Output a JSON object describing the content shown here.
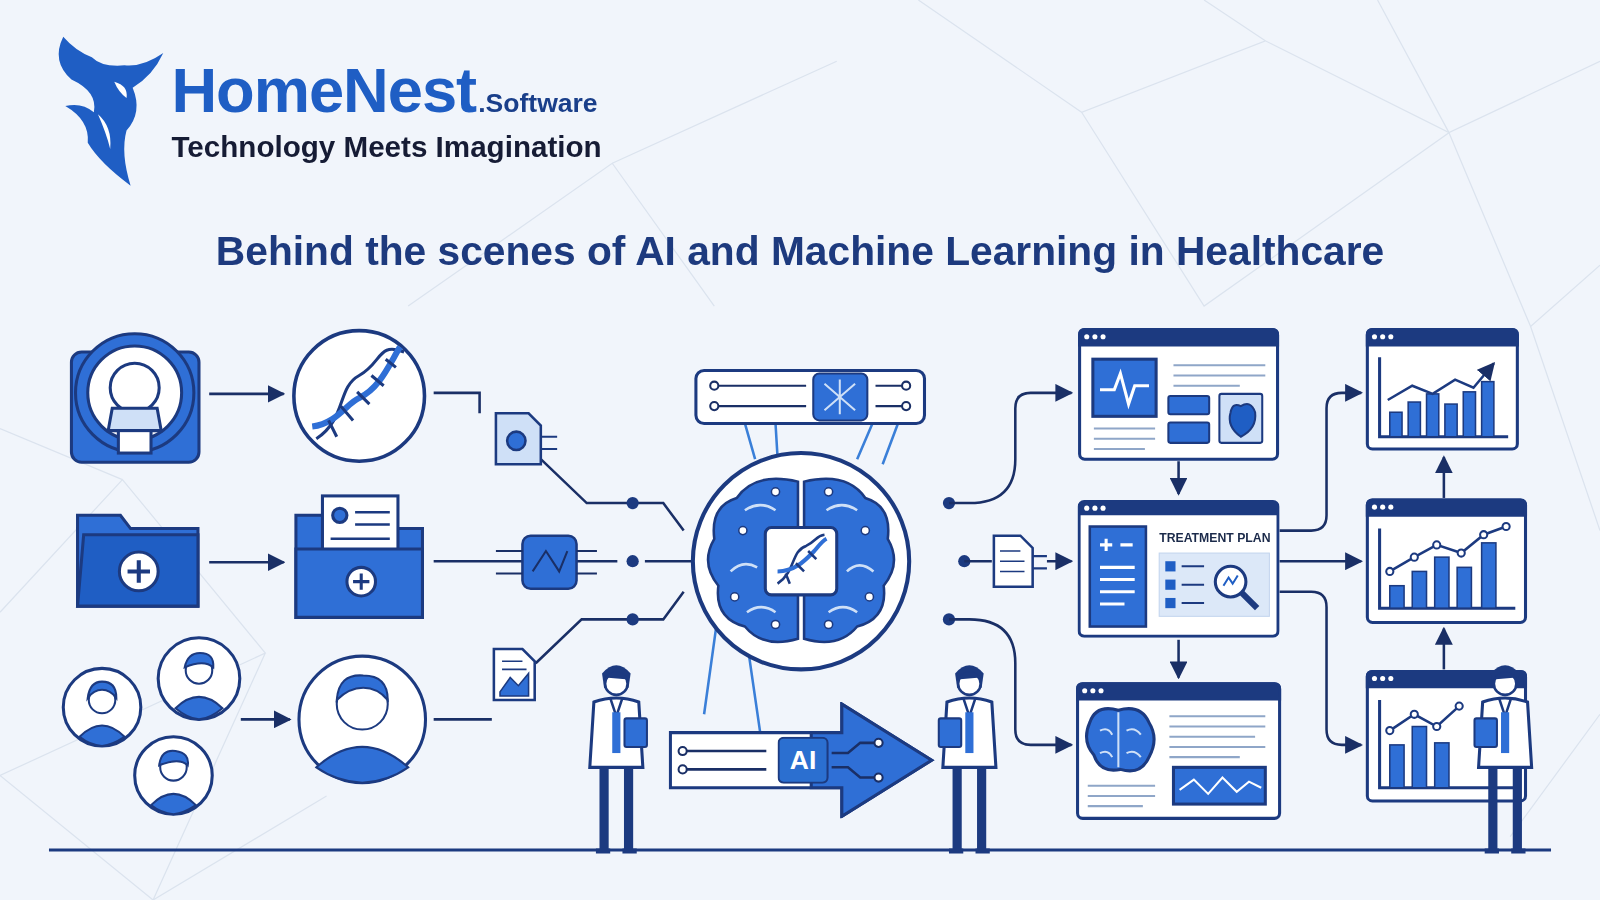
{
  "diagram": {
    "title": "Behind the scenes of AI and Machine Learning in Healthcare",
    "nodes": [
      {
        "text": [
          "TREATMENT PLAN"
        ]
      },
      {
        "text": [
          "AI"
        ]
      }
    ],
    "labels": [
      "HomeNest",
      ".Software",
      "Technology Meets Imagination"
    ]
  }
}
